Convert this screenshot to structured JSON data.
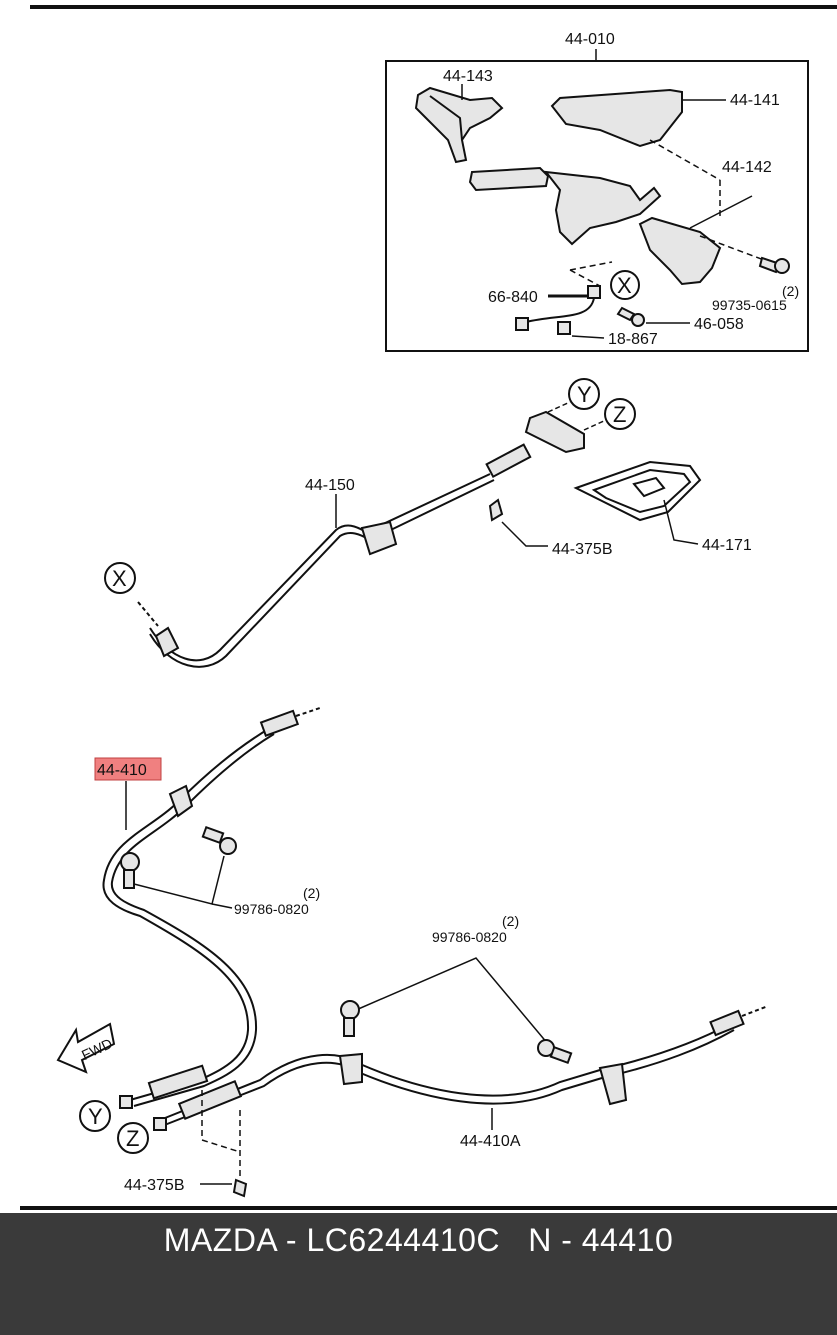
{
  "labels": {
    "assembly_top": "44-010",
    "cover_left": "44-143",
    "lever_cover": "44-141",
    "cover_right": "44-142",
    "bolt_qty": "(2)",
    "bolt_top": "99735-0615",
    "nut_a": "46-058",
    "nut_b": "18-867",
    "switch": "66-840",
    "front_cable": "44-150",
    "bracket": "44-171",
    "clip_upper": "44-375B",
    "rear_cable": "44-410",
    "bolt_left_qty": "(2)",
    "bolt_left": "99786-0820",
    "bolt_right_qty": "(2)",
    "bolt_right": "99786-0820",
    "rear_cable_b": "44-410A",
    "clip_lower": "44-375B",
    "fwd": "FWD"
  },
  "markers": {
    "x1": "X",
    "x2": "X",
    "y1": "Y",
    "y2": "Y",
    "z1": "Z",
    "z2": "Z"
  },
  "highlight_color": "#f08080",
  "footer": {
    "text": "MAZDA - LC6244410C   N - 44410"
  }
}
